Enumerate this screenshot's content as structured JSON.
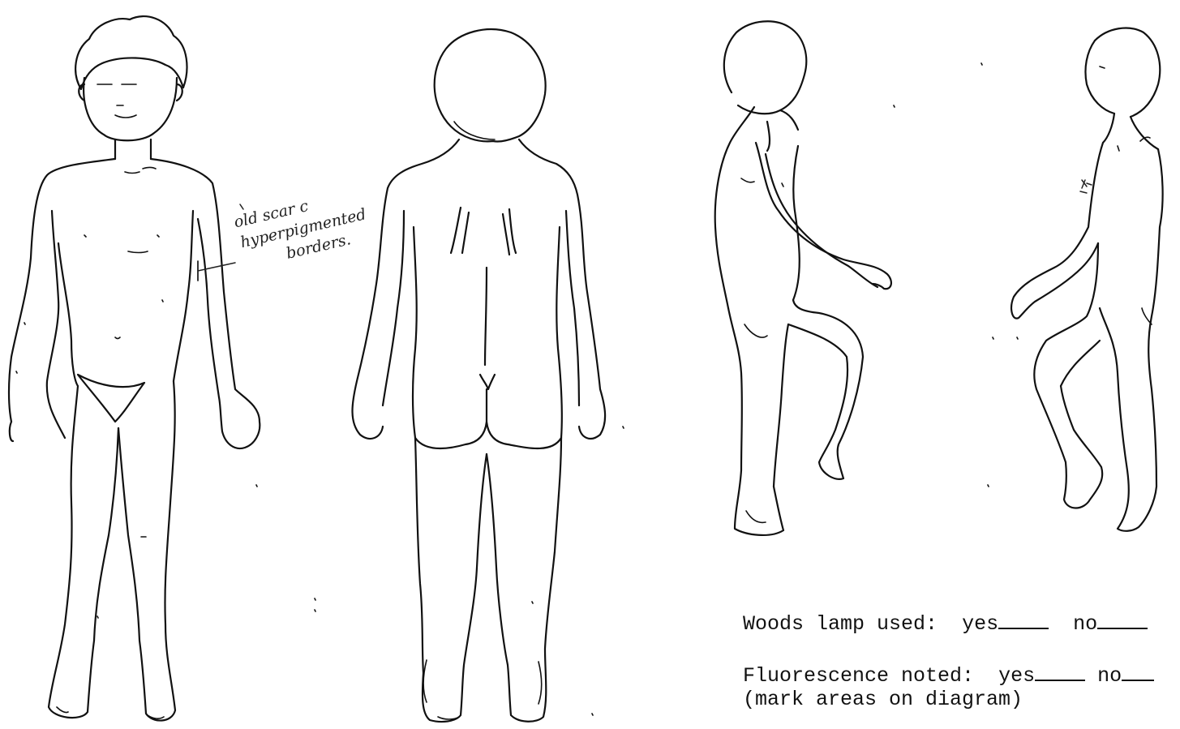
{
  "annotation": {
    "lines": [
      "old scar c",
      "hyperpigmented",
      "borders."
    ]
  },
  "form": {
    "woods_lamp": {
      "label": "Woods lamp used:",
      "yes": "yes",
      "no": "no"
    },
    "fluorescence": {
      "label": "Fluorescence noted:",
      "yes": "yes",
      "no": "no",
      "note": "(mark areas on diagram)"
    }
  },
  "figures": [
    "front-view",
    "back-view",
    "right-side-view",
    "left-side-view"
  ]
}
